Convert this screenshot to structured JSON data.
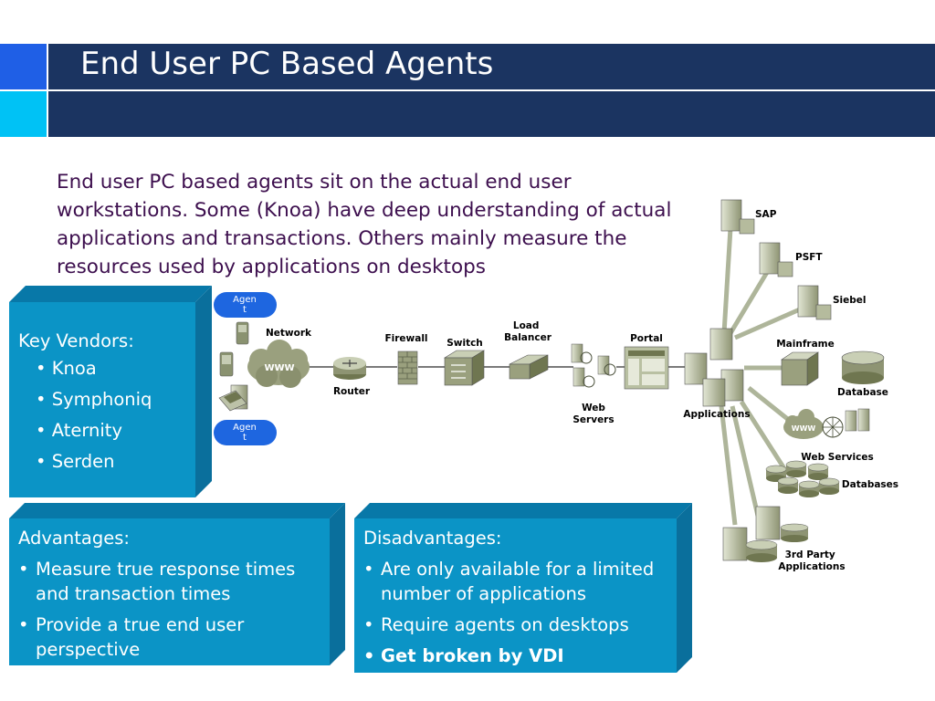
{
  "title": "End User PC Based Agents",
  "intro": "End user PC based agents sit on the actual end user workstations. Some (Knoa) have deep understanding of actual applications and transactions. Others mainly measure the resources used by applications on desktops",
  "vendors": {
    "label": "Key Vendors:",
    "items": [
      "Knoa",
      "Symphoniq",
      "Aternity",
      "Serden"
    ]
  },
  "advantages": {
    "label": "Advantages:",
    "items": [
      "Measure true response times and transaction times",
      "Provide a true end user perspective"
    ]
  },
  "disadvantages": {
    "label": "Disadvantages:",
    "items": [
      "Are only available for a limited number of applications",
      "Require agents on desktops",
      "Get broken by VDI"
    ]
  },
  "diagram": {
    "agent_top": "Agen t",
    "agent_bottom": "Agen t",
    "network": "Network",
    "www": "WWW",
    "router": "Router",
    "firewall": "Firewall",
    "switch": "Switch",
    "load_balancer": "Load Balancer",
    "portal": "Portal",
    "web_servers": "Web Servers",
    "applications": "Applications",
    "sap": "SAP",
    "psft": "PSFT",
    "siebel": "Siebel",
    "mainframe": "Mainframe",
    "database": "Database",
    "web_services": "Web Services",
    "databases": "Databases",
    "third_party": "3rd Party Applications"
  },
  "colors": {
    "header": "#1b3461",
    "accent_blue": "#1f5fe6",
    "accent_cyan": "#00c2f5",
    "box": "#0b8bbf",
    "intro_text": "#3d0f4e"
  }
}
